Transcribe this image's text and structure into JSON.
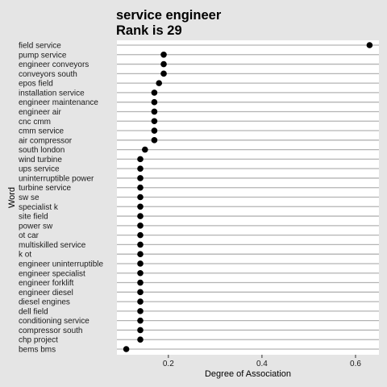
{
  "chart_data": {
    "type": "dot",
    "title_lines": [
      "service engineer",
      "Rank is 29"
    ],
    "xlabel": "Degree of Association",
    "ylabel": "Word",
    "xlim": [
      0.09,
      0.65
    ],
    "xticks": [
      0.2,
      0.4,
      0.6
    ],
    "xtick_labels": [
      "0.2",
      "0.4",
      "0.6"
    ],
    "grid": "horizontal",
    "point_color": "#000000",
    "categories": [
      "field service",
      "pump service",
      "engineer conveyors",
      "conveyors south",
      "epos field",
      "installation service",
      "engineer maintenance",
      "engineer air",
      "cnc cmm",
      "cmm service",
      "air compressor",
      "south london",
      "wind turbine",
      "ups service",
      "uninterruptible power",
      "turbine service",
      "sw se",
      "specialist k",
      "site field",
      "power sw",
      "ot car",
      "multiskilled service",
      "k ot",
      "engineer uninterruptible",
      "engineer specialist",
      "engineer forklift",
      "engineer diesel",
      "diesel engines",
      "dell field",
      "conditioning service",
      "compressor south",
      "chp project",
      "bems bms"
    ],
    "values": [
      0.63,
      0.19,
      0.19,
      0.19,
      0.18,
      0.17,
      0.17,
      0.17,
      0.17,
      0.17,
      0.17,
      0.15,
      0.14,
      0.14,
      0.14,
      0.14,
      0.14,
      0.14,
      0.14,
      0.14,
      0.14,
      0.14,
      0.14,
      0.14,
      0.14,
      0.14,
      0.14,
      0.14,
      0.14,
      0.14,
      0.14,
      0.14,
      0.11
    ]
  }
}
